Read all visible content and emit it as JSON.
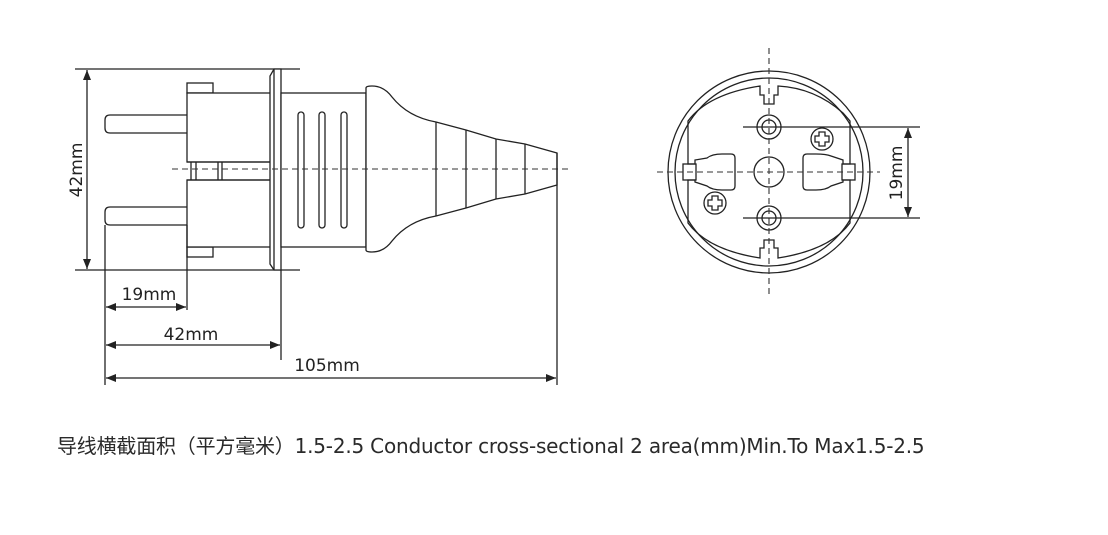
{
  "side_view": {
    "height_label": "42mm",
    "pin_length_label": "19mm",
    "flange_length_label": "42mm",
    "total_length_label": "105mm"
  },
  "front_view": {
    "pin_spacing_label": "19mm"
  },
  "caption": "导线横截面积（平方毫米）1.5-2.5 Conductor cross-sectional 2 area(mm)Min.To Max1.5-2.5"
}
